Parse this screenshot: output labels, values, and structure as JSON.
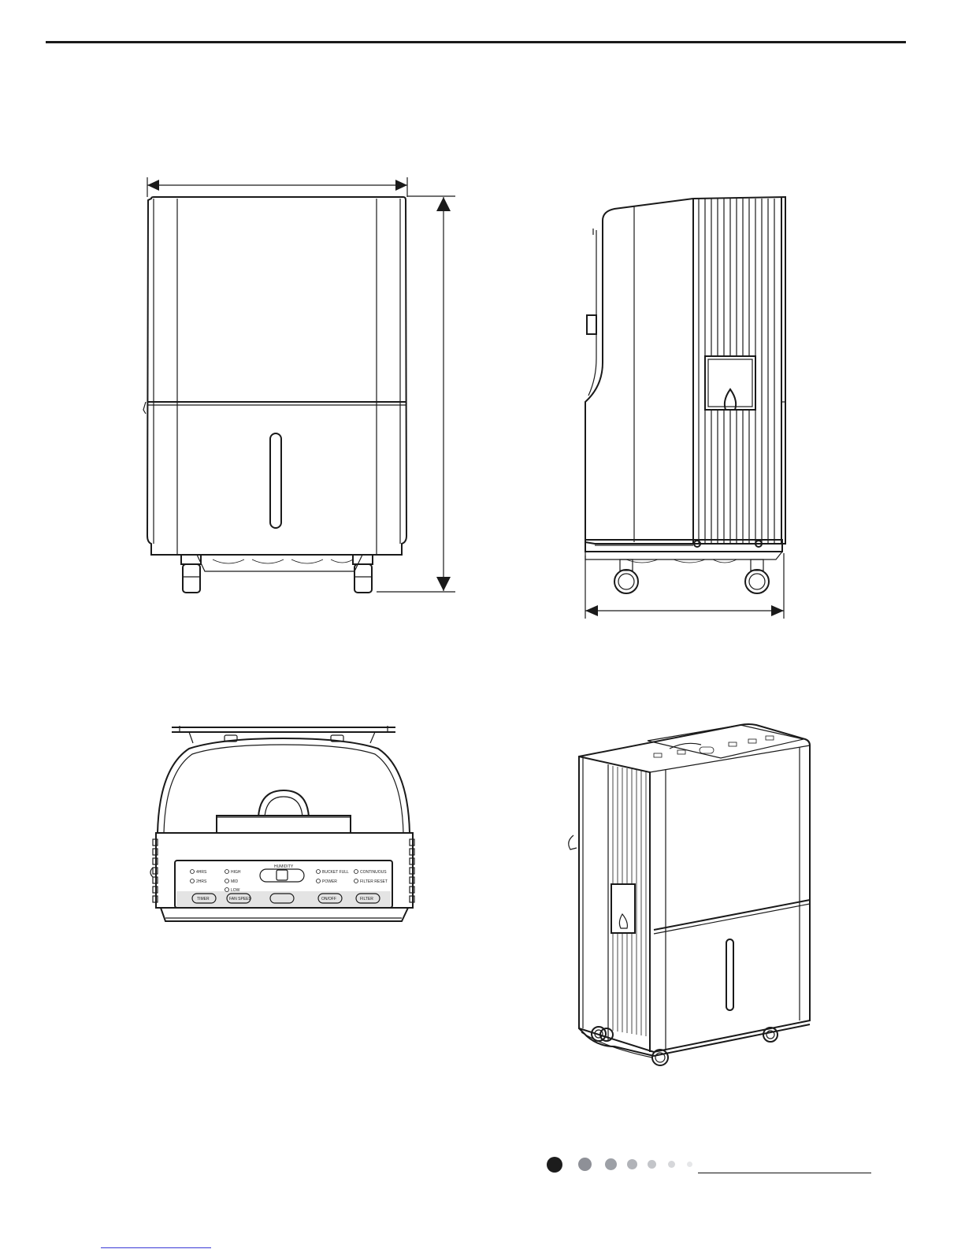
{
  "control_panel": {
    "display_label": "HUMIDITY",
    "indicators": [
      "4HRS",
      "2HRS",
      "HIGH",
      "MID",
      "LOW",
      "BUCKET FULL",
      "POWER",
      "CONTINUOUS",
      "FILTER RESET"
    ],
    "buttons": [
      "TIMER",
      "FAN SPEED",
      "",
      "ON/OFF",
      "FILTER"
    ]
  },
  "pagination": {
    "dot_colors": [
      "#1c1c1c",
      "#8e9097",
      "#9da0a6",
      "#b1b3b8",
      "#c3c5c9",
      "#d6d7da",
      "#e6e7e9"
    ]
  },
  "colors": {
    "line": "#1a1a1a",
    "rule": "#1a1a1a",
    "link_underline": "#3a3ad6"
  }
}
